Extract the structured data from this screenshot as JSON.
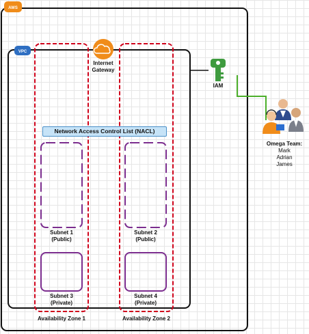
{
  "cloud": {
    "provider": "AWS",
    "vpc": "VPC"
  },
  "gateway": {
    "label_line1": "Internet",
    "label_line2": "Gateway"
  },
  "iam": {
    "label": "IAM"
  },
  "nacl": {
    "label": "Network Access Control List (NACL)"
  },
  "subnets": [
    {
      "name": "Subnet 1",
      "type": "(Public)"
    },
    {
      "name": "Subnet 2",
      "type": "(Public)"
    },
    {
      "name": "Subnet 3",
      "type": "(Private)"
    },
    {
      "name": "Subnet 4",
      "type": "(Private)"
    }
  ],
  "zones": [
    {
      "label": "Availability Zone 1"
    },
    {
      "label": "Availability Zone 2"
    }
  ],
  "team": {
    "title": "Omega Team:",
    "members": [
      "Mark",
      "Adrian",
      "James"
    ]
  },
  "colors": {
    "zone_border": "#d0021b",
    "subnet_border": "#7b2d8e",
    "connector": "#4caf2a",
    "aws_badge": "#f08c1a",
    "vpc_badge": "#2f6fc2",
    "gateway": "#f08c1a",
    "iam": "#3f9b3f"
  },
  "icons": [
    "aws-icon",
    "vpc-icon",
    "internet-gateway-icon",
    "iam-key-icon",
    "team-people-icon"
  ]
}
